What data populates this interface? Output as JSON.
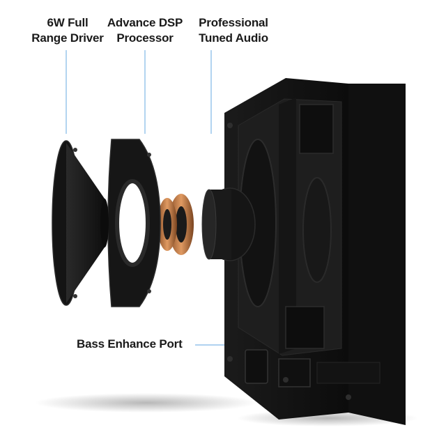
{
  "callouts": {
    "driver": {
      "line1": "6W Full",
      "line2": "Range Driver"
    },
    "dsp": {
      "line1": "Advance DSP",
      "line2": "Processor"
    },
    "audio": {
      "line1": "Professional",
      "line2": "Tuned Audio"
    },
    "port": {
      "line1": "Bass Enhance Port"
    }
  },
  "colors": {
    "leader_line": "#7fb8e6",
    "speaker_body": "#141414",
    "copper": "#c9824f"
  }
}
